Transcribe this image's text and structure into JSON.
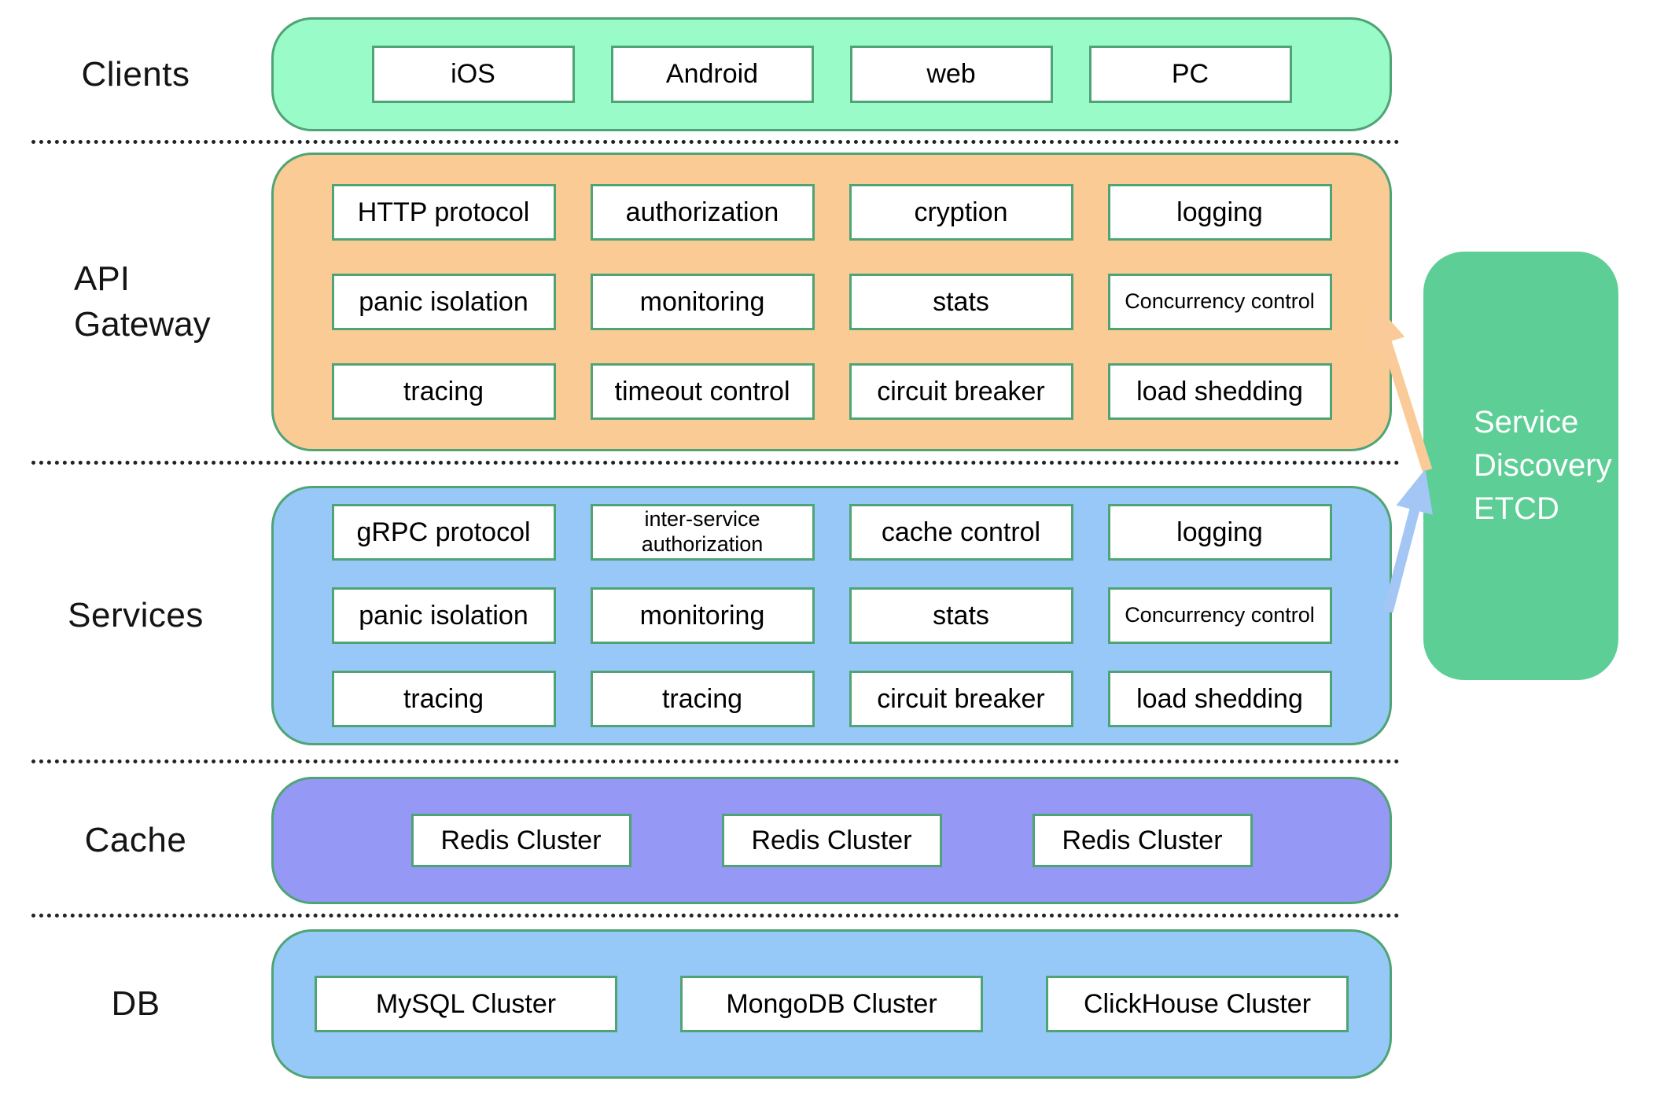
{
  "labels": {
    "clients": "Clients",
    "api_line1": "API",
    "api_line2": "Gateway",
    "services": "Services",
    "cache": "Cache",
    "db": "DB"
  },
  "clients": {
    "boxes": [
      "iOS",
      "Android",
      "web",
      "PC"
    ]
  },
  "api_gateway": {
    "rows": [
      [
        "HTTP protocol",
        "authorization",
        "cryption",
        "logging"
      ],
      [
        "panic isolation",
        "monitoring",
        "stats",
        "Concurrency control"
      ],
      [
        "tracing",
        "timeout control",
        "circuit breaker",
        "load shedding"
      ]
    ]
  },
  "services": {
    "rows": [
      [
        "gRPC protocol",
        "inter-service authorization",
        "cache control",
        "logging"
      ],
      [
        "panic isolation",
        "monitoring",
        "stats",
        "Concurrency control"
      ],
      [
        "tracing",
        "tracing",
        "circuit breaker",
        "load shedding"
      ]
    ]
  },
  "cache": {
    "boxes": [
      "Redis Cluster",
      "Redis Cluster",
      "Redis Cluster"
    ]
  },
  "db": {
    "boxes": [
      "MySQL Cluster",
      "MongoDB Cluster",
      "ClickHouse Cluster"
    ]
  },
  "service_discovery": {
    "lines": [
      "Service",
      "Discovery",
      "ETCD"
    ]
  },
  "colors": {
    "clients_fill": "#98FBC8",
    "api_gateway_fill": "#FBCB96",
    "services_fill": "#97C8F7",
    "cache_fill": "#9598F4",
    "db_fill": "#97C9F8",
    "etcd_fill": "#5DCE96",
    "box_border_green": "#4FA475",
    "arrow_orange": "#FACB98",
    "arrow_blue": "#A4C6F5",
    "etcd_text": "#FFFFFF",
    "body_text": "#000000"
  }
}
